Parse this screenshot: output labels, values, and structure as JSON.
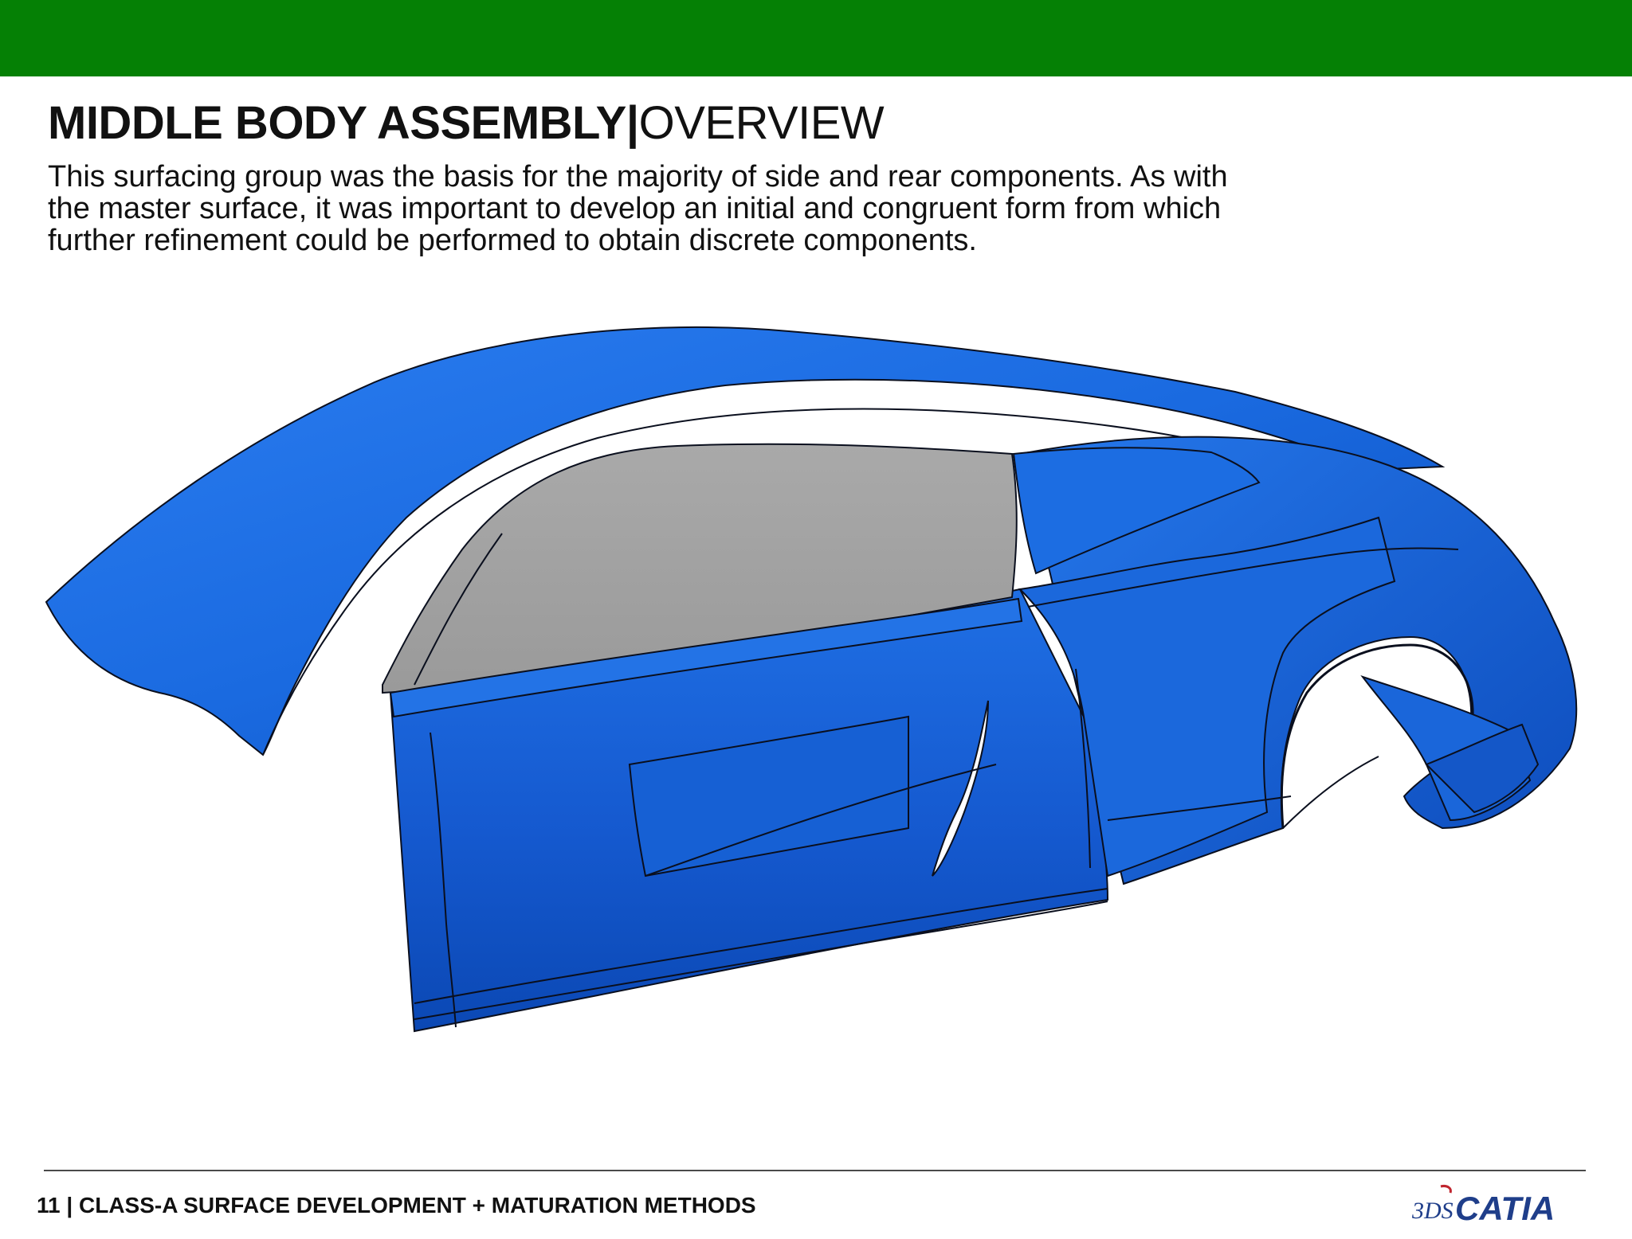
{
  "header": {
    "title_bold": "MIDDLE BODY ASSEMBLY",
    "title_separator": "|",
    "title_light": "OVERVIEW",
    "description_lines": [
      "This surfacing group was the basis for the majority of side and rear components. As with",
      "the master surface, it was important to develop an initial and congruent form from which",
      "further refinement could be performed to obtain discrete components."
    ]
  },
  "footer": {
    "text": "11 | CLASS-A SURFACE DEVELOPMENT + MATURATION METHODS"
  },
  "logo": {
    "wordmark": "CATIA",
    "monogram": "3DS"
  },
  "colors": {
    "top_bar": "#058005",
    "surface_blue": "#1763d6",
    "glass_gray": "#a6a6a6",
    "edge_lines": "#0a0f1e"
  },
  "icons": {
    "logo": "catia-logo-icon"
  }
}
